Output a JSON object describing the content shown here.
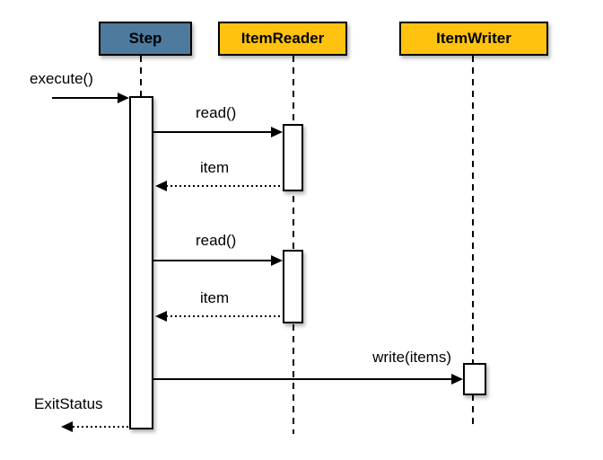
{
  "diagram": {
    "type": "uml-sequence",
    "participants": [
      {
        "id": "step",
        "label": "Step",
        "fill": "#4d7a9d",
        "border": "#000000"
      },
      {
        "id": "itemreader",
        "label": "ItemReader",
        "fill": "#ffc20e",
        "border": "#000000"
      },
      {
        "id": "itemwriter",
        "label": "ItemWriter",
        "fill": "#ffc20e",
        "border": "#000000"
      }
    ],
    "messages": [
      {
        "label": "execute()",
        "type": "sync-call",
        "from": "caller",
        "to": "step"
      },
      {
        "label": "read()",
        "type": "sync-call",
        "from": "step",
        "to": "itemreader"
      },
      {
        "label": "item",
        "type": "return",
        "from": "itemreader",
        "to": "step"
      },
      {
        "label": "read()",
        "type": "sync-call",
        "from": "step",
        "to": "itemreader"
      },
      {
        "label": "item",
        "type": "return",
        "from": "itemreader",
        "to": "step"
      },
      {
        "label": "write(items)",
        "type": "sync-call",
        "from": "step",
        "to": "itemwriter"
      },
      {
        "label": "ExitStatus",
        "type": "return",
        "from": "step",
        "to": "caller"
      }
    ],
    "colors": {
      "background": "#ffffff",
      "line": "#000000",
      "step_fill": "#4d7a9d",
      "reader_fill": "#ffc20e",
      "writer_fill": "#ffc20e"
    }
  }
}
